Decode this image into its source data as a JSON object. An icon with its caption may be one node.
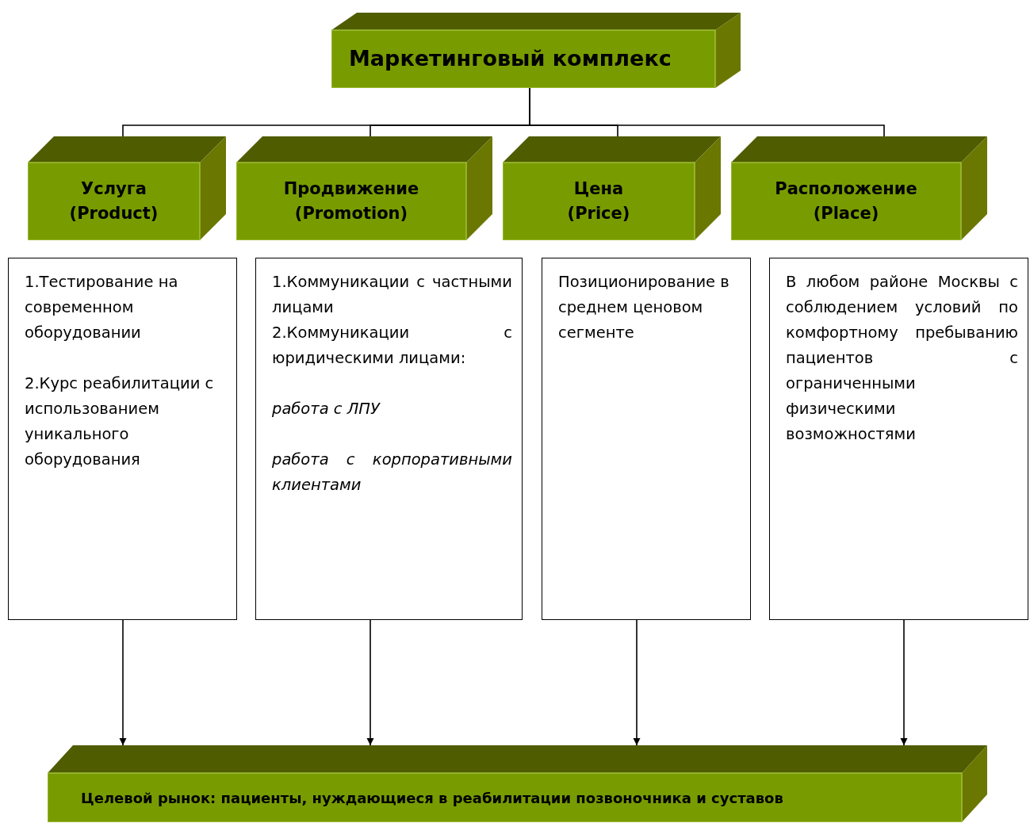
{
  "diagram": {
    "nodes": [
      {
        "text": [
          "Маркетинговый комплекс"
        ]
      },
      {
        "text": [
          "Услуга (Product)"
        ]
      },
      {
        "text": [
          "Продвижение (Promotion)"
        ]
      },
      {
        "text": [
          "Цена (Price)"
        ]
      },
      {
        "text": [
          "Расположение (Place)"
        ]
      },
      {
        "text": [
          "1.Тестирование на современном оборудовании",
          "2.Курс реабилитации с использованием уникального оборудования"
        ]
      },
      {
        "text": [
          "1.Коммуникации с частными лицами",
          "2.Коммуникации с юридическими лицами:",
          "работа с ЛПУ",
          "работа с корпоративными клиентами"
        ]
      },
      {
        "text": [
          "Позиционирование в среднем ценовом сегменте"
        ]
      },
      {
        "text": [
          "В любом районе Москвы с соблюдением условий по комфортному пребыванию пациентов с ограниченными физическими возможностями"
        ]
      },
      {
        "text": [
          "Целевой рынок: пациенты, нуждающиеся в реабилитации позвоночника и суставов"
        ]
      }
    ],
    "edges": [
      {
        "from": 0,
        "to": 1,
        "arrow": "none"
      },
      {
        "from": 0,
        "to": 2,
        "arrow": "none"
      },
      {
        "from": 0,
        "to": 3,
        "arrow": "none"
      },
      {
        "from": 0,
        "to": 4,
        "arrow": "none"
      },
      {
        "from": 5,
        "to": 9,
        "arrow": "to"
      },
      {
        "from": 6,
        "to": 9,
        "arrow": "to"
      },
      {
        "from": 7,
        "to": 9,
        "arrow": "to"
      },
      {
        "from": 8,
        "to": 9,
        "arrow": "to"
      }
    ]
  }
}
